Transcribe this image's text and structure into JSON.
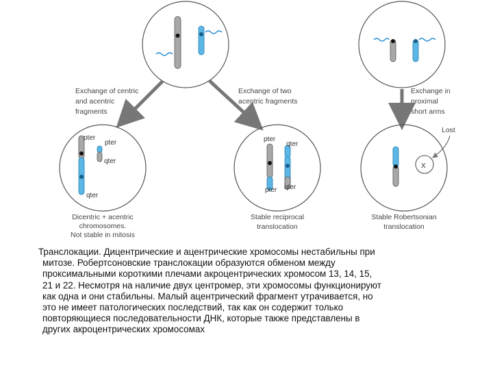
{
  "labels": {
    "exchange_centric_1": "Exchange of centric",
    "exchange_centric_2": "and acentric",
    "exchange_centric_3": "fragments",
    "exchange_two_1": "Exchange of two",
    "exchange_two_2": "acentric fragments",
    "exchange_prox_1": "Exchange in",
    "exchange_prox_2": "proximal",
    "exchange_prox_3": "short arms",
    "lost": "Lost",
    "pter": "pter",
    "qter": "qter",
    "result_dicentric_1": "Dicentric + acentric",
    "result_dicentric_2": "chromosomes.",
    "result_dicentric_3": "Not stable in mitosis",
    "result_reciprocal_1": "Stable reciprocal",
    "result_reciprocal_2": "translocation",
    "result_robertsonian_1": "Stable Robertsonian",
    "result_robertsonian_2": "translocation",
    "x_mark": "X"
  },
  "caption": {
    "line1": "Транслокации. Дицентрические и ацентрические хромосомы нестабильны при",
    "line2": "митозе. Робертсоновские транслокации образуются обменом между",
    "line3": "проксимальными короткими плечами акроцентрических хромосом 13, 14, 15,",
    "line4": "21 и 22. Несмотря на наличие двух центромер, эти хромосомы функционируют",
    "line5": "как одна и они стабильны. Малый ацентрический фрагмент утрачивается, но",
    "line6": "это не имеет патологических последствий, так как он содержит только",
    "line7": "повторяющиеся последовательности ДНК, которые также представлены в",
    "line8": "других акроцентрических хромосомах"
  },
  "colors": {
    "chromosome_gray": "#a8a8a8",
    "chromosome_blue": "#5bb7e6",
    "centromere": "#111111",
    "break_line": "#2a8fd0",
    "arrow": "#777777"
  }
}
